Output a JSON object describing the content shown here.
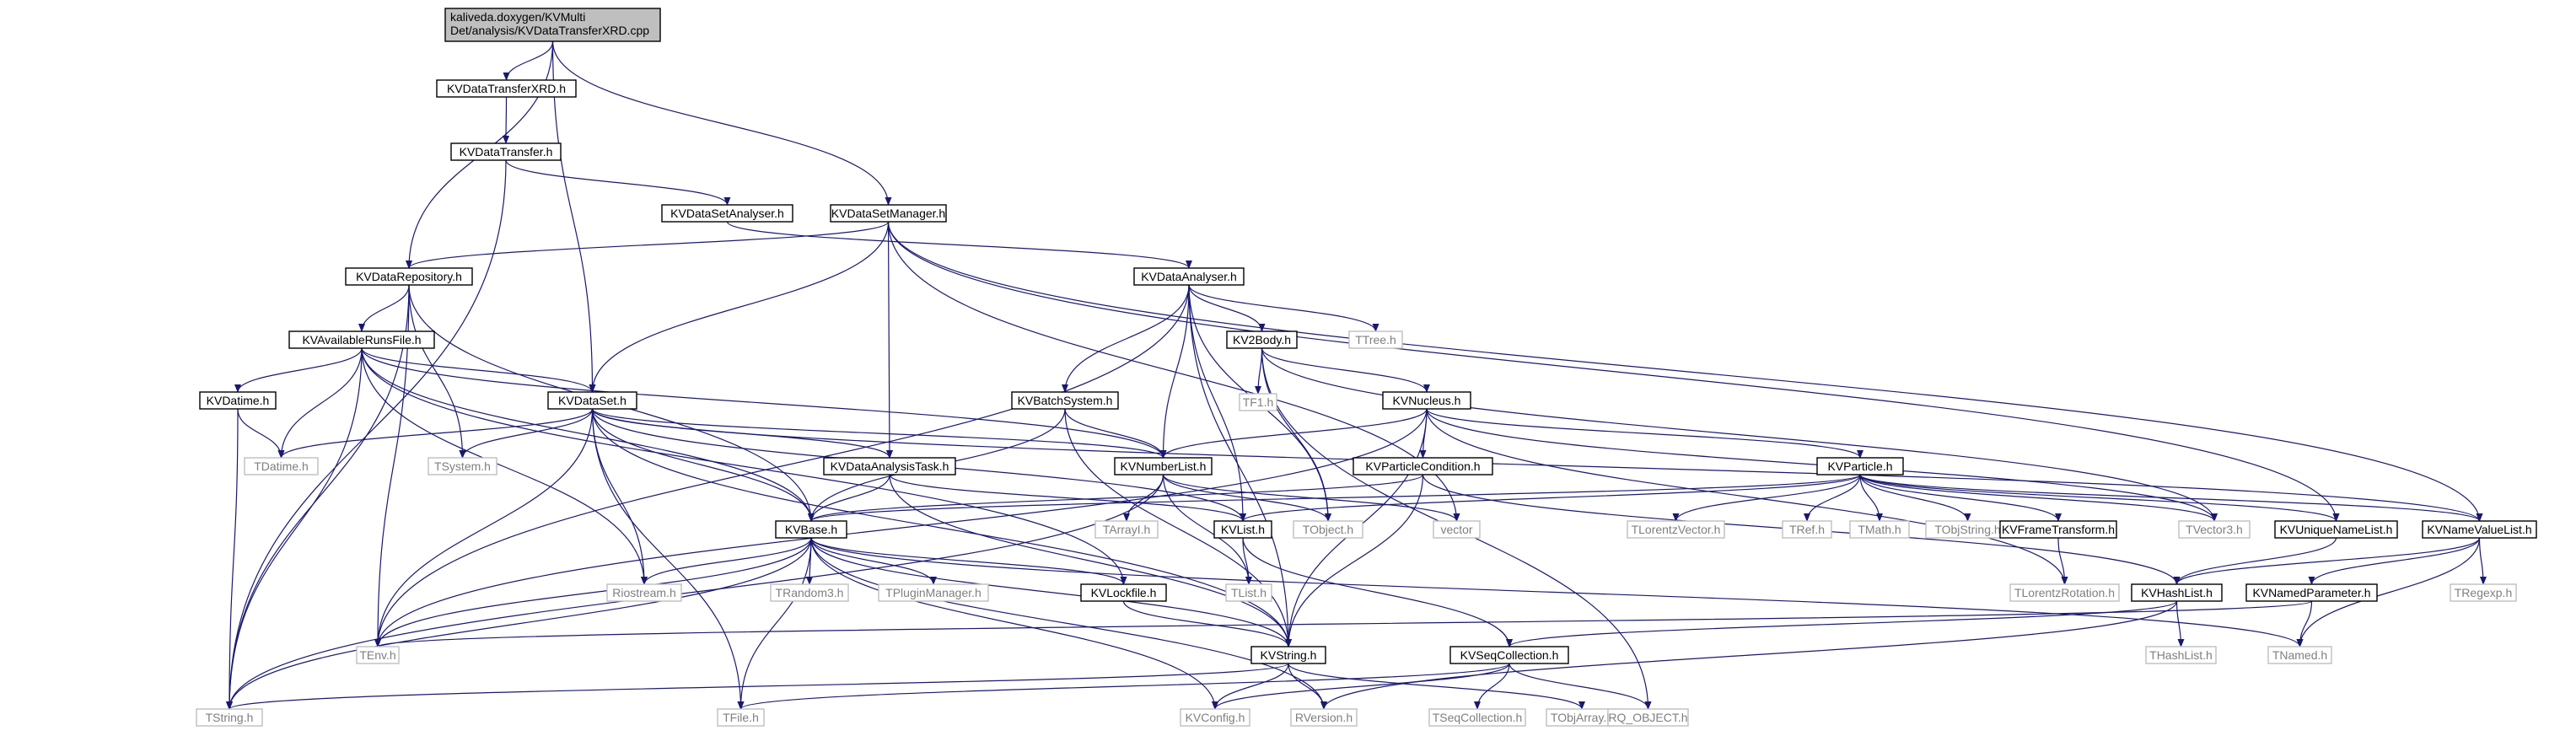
{
  "colors": {
    "edge": "#191970",
    "root_fill": "#bfbfbf",
    "local_stroke": "#000000",
    "external_stroke": "#bfbfbf",
    "external_text": "#7f7f7f",
    "node_fill": "#ffffff"
  },
  "nodes": [
    {
      "id": "root",
      "label": [
        "kaliveda.doxygen/KVMulti",
        "Det/analysis/KVDataTransferXRD.cpp"
      ],
      "kind": "root"
    },
    {
      "id": "KVDataTransferXRD",
      "label": [
        "KVDataTransferXRD.h"
      ],
      "kind": "local"
    },
    {
      "id": "KVDataTransfer",
      "label": [
        "KVDataTransfer.h"
      ],
      "kind": "local"
    },
    {
      "id": "KVDataSetAnalyser",
      "label": [
        "KVDataSetAnalyser.h"
      ],
      "kind": "local"
    },
    {
      "id": "KVDataSetManager",
      "label": [
        "KVDataSetManager.h"
      ],
      "kind": "local"
    },
    {
      "id": "KVDataRepository",
      "label": [
        "KVDataRepository.h"
      ],
      "kind": "local"
    },
    {
      "id": "KVDataAnalyser",
      "label": [
        "KVDataAnalyser.h"
      ],
      "kind": "local"
    },
    {
      "id": "KVAvailableRunsFile",
      "label": [
        "KVAvailableRunsFile.h"
      ],
      "kind": "local"
    },
    {
      "id": "KV2Body",
      "label": [
        "KV2Body.h"
      ],
      "kind": "local"
    },
    {
      "id": "TTree",
      "label": [
        "TTree.h"
      ],
      "kind": "external"
    },
    {
      "id": "KVDatime",
      "label": [
        "KVDatime.h"
      ],
      "kind": "local"
    },
    {
      "id": "TF1",
      "label": [
        "TF1.h"
      ],
      "kind": "external"
    },
    {
      "id": "KVDataSet",
      "label": [
        "KVDataSet.h"
      ],
      "kind": "local"
    },
    {
      "id": "KVBatchSystem",
      "label": [
        "KVBatchSystem.h"
      ],
      "kind": "local"
    },
    {
      "id": "KVNucleus",
      "label": [
        "KVNucleus.h"
      ],
      "kind": "local"
    },
    {
      "id": "TDatime",
      "label": [
        "TDatime.h"
      ],
      "kind": "external"
    },
    {
      "id": "TSystem",
      "label": [
        "TSystem.h"
      ],
      "kind": "external"
    },
    {
      "id": "KVDataAnalysisTask",
      "label": [
        "KVDataAnalysisTask.h"
      ],
      "kind": "local"
    },
    {
      "id": "KVNumberList",
      "label": [
        "KVNumberList.h"
      ],
      "kind": "local"
    },
    {
      "id": "KVParticleCondition",
      "label": [
        "KVParticleCondition.h"
      ],
      "kind": "local"
    },
    {
      "id": "KVParticle",
      "label": [
        "KVParticle.h"
      ],
      "kind": "local"
    },
    {
      "id": "KVBase",
      "label": [
        "KVBase.h"
      ],
      "kind": "local"
    },
    {
      "id": "TArrayI",
      "label": [
        "TArrayI.h"
      ],
      "kind": "external"
    },
    {
      "id": "KVList",
      "label": [
        "KVList.h"
      ],
      "kind": "local"
    },
    {
      "id": "TObject",
      "label": [
        "TObject.h"
      ],
      "kind": "external"
    },
    {
      "id": "vector",
      "label": [
        "vector"
      ],
      "kind": "external"
    },
    {
      "id": "TLorentzVector",
      "label": [
        "TLorentzVector.h"
      ],
      "kind": "external"
    },
    {
      "id": "TRef",
      "label": [
        "TRef.h"
      ],
      "kind": "external"
    },
    {
      "id": "TMath",
      "label": [
        "TMath.h"
      ],
      "kind": "external"
    },
    {
      "id": "TObjString",
      "label": [
        "TObjString.h"
      ],
      "kind": "external"
    },
    {
      "id": "KVFrameTransform",
      "label": [
        "KVFrameTransform.h"
      ],
      "kind": "local"
    },
    {
      "id": "TVector3",
      "label": [
        "TVector3.h"
      ],
      "kind": "external"
    },
    {
      "id": "KVUniqueNameList",
      "label": [
        "KVUniqueNameList.h"
      ],
      "kind": "local"
    },
    {
      "id": "KVNameValueList",
      "label": [
        "KVNameValueList.h"
      ],
      "kind": "local"
    },
    {
      "id": "Riostream",
      "label": [
        "Riostream.h"
      ],
      "kind": "external"
    },
    {
      "id": "TRandom3",
      "label": [
        "TRandom3.h"
      ],
      "kind": "external"
    },
    {
      "id": "TPluginManager",
      "label": [
        "TPluginManager.h"
      ],
      "kind": "external"
    },
    {
      "id": "KVLockfile",
      "label": [
        "KVLockfile.h"
      ],
      "kind": "local"
    },
    {
      "id": "TList",
      "label": [
        "TList.h"
      ],
      "kind": "external"
    },
    {
      "id": "TLorentzRotation",
      "label": [
        "TLorentzRotation.h"
      ],
      "kind": "external"
    },
    {
      "id": "KVHashList",
      "label": [
        "KVHashList.h"
      ],
      "kind": "local"
    },
    {
      "id": "KVNamedParameter",
      "label": [
        "KVNamedParameter.h"
      ],
      "kind": "local"
    },
    {
      "id": "TRegexp",
      "label": [
        "TRegexp.h"
      ],
      "kind": "external"
    },
    {
      "id": "TEnv",
      "label": [
        "TEnv.h"
      ],
      "kind": "external"
    },
    {
      "id": "KVString",
      "label": [
        "KVString.h"
      ],
      "kind": "local"
    },
    {
      "id": "KVSeqCollection",
      "label": [
        "KVSeqCollection.h"
      ],
      "kind": "local"
    },
    {
      "id": "THashList",
      "label": [
        "THashList.h"
      ],
      "kind": "external"
    },
    {
      "id": "TNamed",
      "label": [
        "TNamed.h"
      ],
      "kind": "external"
    },
    {
      "id": "TString",
      "label": [
        "TString.h"
      ],
      "kind": "external"
    },
    {
      "id": "TFile",
      "label": [
        "TFile.h"
      ],
      "kind": "external"
    },
    {
      "id": "KVConfig",
      "label": [
        "KVConfig.h"
      ],
      "kind": "external"
    },
    {
      "id": "RVersion",
      "label": [
        "RVersion.h"
      ],
      "kind": "external"
    },
    {
      "id": "TSeqCollection",
      "label": [
        "TSeqCollection.h"
      ],
      "kind": "external"
    },
    {
      "id": "TObjArray",
      "label": [
        "TObjArray.h"
      ],
      "kind": "external"
    },
    {
      "id": "RQ_OBJECT",
      "label": [
        "RQ_OBJECT.h"
      ],
      "kind": "external"
    }
  ],
  "edges": [
    [
      "root",
      "KVDataTransferXRD"
    ],
    [
      "root",
      "KVDataSetManager"
    ],
    [
      "root",
      "KVDataRepository"
    ],
    [
      "root",
      "KVDataSet"
    ],
    [
      "KVDataTransferXRD",
      "KVDataTransfer"
    ],
    [
      "KVDataTransfer",
      "KVDataSetAnalyser"
    ],
    [
      "KVDataTransfer",
      "TString"
    ],
    [
      "KVDataSetAnalyser",
      "KVDataAnalyser"
    ],
    [
      "KVDataSetManager",
      "KVDataRepository"
    ],
    [
      "KVDataSetManager",
      "KVDataSet"
    ],
    [
      "KVDataSetManager",
      "KVDataAnalysisTask"
    ],
    [
      "KVDataSetManager",
      "vector"
    ],
    [
      "KVDataSetManager",
      "KVUniqueNameList"
    ],
    [
      "KVDataSetManager",
      "KVNameValueList"
    ],
    [
      "KVDataRepository",
      "KVAvailableRunsFile"
    ],
    [
      "KVDataRepository",
      "TSystem"
    ],
    [
      "KVDataRepository",
      "KVBase"
    ],
    [
      "KVDataRepository",
      "TEnv"
    ],
    [
      "KVDataRepository",
      "TString"
    ],
    [
      "KVDataAnalyser",
      "KV2Body"
    ],
    [
      "KVDataAnalyser",
      "TTree"
    ],
    [
      "KVDataAnalyser",
      "KVBatchSystem"
    ],
    [
      "KVDataAnalyser",
      "KVNumberList"
    ],
    [
      "KVDataAnalyser",
      "KVList"
    ],
    [
      "KVDataAnalyser",
      "TObject"
    ],
    [
      "KVDataAnalyser",
      "KVString"
    ],
    [
      "KVDataAnalyser",
      "TEnv"
    ],
    [
      "KVAvailableRunsFile",
      "KVDatime"
    ],
    [
      "KVAvailableRunsFile",
      "KVDataSet"
    ],
    [
      "KVAvailableRunsFile",
      "TDatime"
    ],
    [
      "KVAvailableRunsFile",
      "KVNumberList"
    ],
    [
      "KVAvailableRunsFile",
      "KVBase"
    ],
    [
      "KVAvailableRunsFile",
      "KVLockfile"
    ],
    [
      "KVAvailableRunsFile",
      "Riostream"
    ],
    [
      "KVAvailableRunsFile",
      "TString"
    ],
    [
      "KV2Body",
      "TF1"
    ],
    [
      "KV2Body",
      "KVNucleus"
    ],
    [
      "KV2Body",
      "TObject"
    ],
    [
      "KV2Body",
      "TVector3"
    ],
    [
      "KV2Body",
      "RQ_OBJECT"
    ],
    [
      "KVDatime",
      "TDatime"
    ],
    [
      "KVDatime",
      "TString"
    ],
    [
      "KVDataSet",
      "KVDataAnalysisTask"
    ],
    [
      "KVDataSet",
      "KVNumberList"
    ],
    [
      "KVDataSet",
      "KVBase"
    ],
    [
      "KVDataSet",
      "TDatime"
    ],
    [
      "KVDataSet",
      "TSystem"
    ],
    [
      "KVDataSet",
      "KVList"
    ],
    [
      "KVDataSet",
      "KVNameValueList"
    ],
    [
      "KVDataSet",
      "TEnv"
    ],
    [
      "KVDataSet",
      "KVString"
    ],
    [
      "KVDataSet",
      "TFile"
    ],
    [
      "KVDataSet",
      "Riostream"
    ],
    [
      "KVBatchSystem",
      "KVNumberList"
    ],
    [
      "KVBatchSystem",
      "KVBase"
    ],
    [
      "KVBatchSystem",
      "KVString"
    ],
    [
      "KVNucleus",
      "KVParticle"
    ],
    [
      "KVNucleus",
      "KVParticleCondition"
    ],
    [
      "KVNucleus",
      "KVNumberList"
    ],
    [
      "KVNucleus",
      "KVString"
    ],
    [
      "KVNucleus",
      "TEnv"
    ],
    [
      "KVNucleus",
      "TVector3"
    ],
    [
      "KVNucleus",
      "TLorentzRotation"
    ],
    [
      "KVDataAnalysisTask",
      "KVBase"
    ],
    [
      "KVDataAnalysisTask",
      "KVList"
    ],
    [
      "KVDataAnalysisTask",
      "KVString"
    ],
    [
      "KVNumberList",
      "TArrayI"
    ],
    [
      "KVNumberList",
      "TObject"
    ],
    [
      "KVNumberList",
      "vector"
    ],
    [
      "KVNumberList",
      "TList"
    ],
    [
      "KVNumberList",
      "TString"
    ],
    [
      "KVParticleCondition",
      "KVBase"
    ],
    [
      "KVParticleCondition",
      "KVString"
    ],
    [
      "KVParticleCondition",
      "KVHashList"
    ],
    [
      "KVParticle",
      "KVBase"
    ],
    [
      "KVParticle",
      "TLorentzVector"
    ],
    [
      "KVParticle",
      "TRef"
    ],
    [
      "KVParticle",
      "TMath"
    ],
    [
      "KVParticle",
      "TObjString"
    ],
    [
      "KVParticle",
      "KVFrameTransform"
    ],
    [
      "KVParticle",
      "TVector3"
    ],
    [
      "KVParticle",
      "KVUniqueNameList"
    ],
    [
      "KVParticle",
      "KVNameValueList"
    ],
    [
      "KVParticle",
      "KVList"
    ],
    [
      "KVFrameTransform",
      "TLorentzRotation"
    ],
    [
      "KVBase",
      "Riostream"
    ],
    [
      "KVBase",
      "TRandom3"
    ],
    [
      "KVBase",
      "TPluginManager"
    ],
    [
      "KVBase",
      "KVLockfile"
    ],
    [
      "KVBase",
      "TEnv"
    ],
    [
      "KVBase",
      "TString"
    ],
    [
      "KVBase",
      "TFile"
    ],
    [
      "KVBase",
      "KVConfig"
    ],
    [
      "KVBase",
      "RVersion"
    ],
    [
      "KVBase",
      "TNamed"
    ],
    [
      "KVBase",
      "KVString"
    ],
    [
      "KVList",
      "TList"
    ],
    [
      "KVList",
      "KVSeqCollection"
    ],
    [
      "KVLockfile",
      "KVString"
    ],
    [
      "KVUniqueNameList",
      "KVHashList"
    ],
    [
      "KVNameValueList",
      "KVHashList"
    ],
    [
      "KVNameValueList",
      "KVNamedParameter"
    ],
    [
      "KVNameValueList",
      "TRegexp"
    ],
    [
      "KVNameValueList",
      "TNamed"
    ],
    [
      "KVHashList",
      "THashList"
    ],
    [
      "KVHashList",
      "KVSeqCollection"
    ],
    [
      "KVHashList",
      "RVersion"
    ],
    [
      "KVNamedParameter",
      "TNamed"
    ],
    [
      "KVNamedParameter",
      "TEnv"
    ],
    [
      "KVString",
      "TString"
    ],
    [
      "KVString",
      "KVConfig"
    ],
    [
      "KVString",
      "RVersion"
    ],
    [
      "KVString",
      "TObjArray"
    ],
    [
      "KVSeqCollection",
      "TSeqCollection"
    ],
    [
      "KVSeqCollection",
      "TFile"
    ],
    [
      "KVSeqCollection",
      "KVConfig"
    ],
    [
      "KVSeqCollection",
      "RQ_OBJECT"
    ]
  ]
}
